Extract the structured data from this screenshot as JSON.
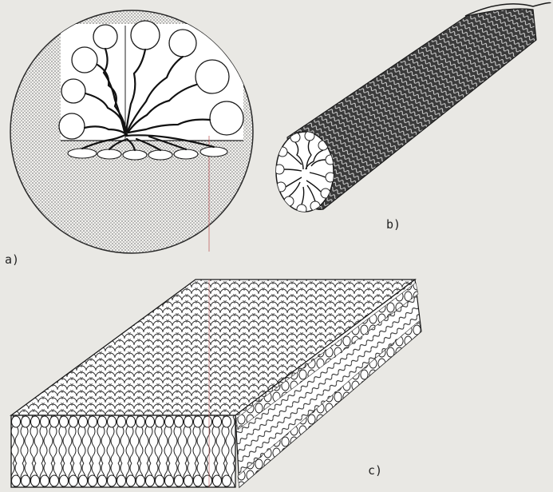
{
  "figure": {
    "panels": [
      {
        "id": "a",
        "label": "a)",
        "depicts": "spherical-micelle"
      },
      {
        "id": "b",
        "label": "b)",
        "depicts": "cylindrical-micelle"
      },
      {
        "id": "c",
        "label": "c)",
        "depicts": "lipid-bilayer-sheet"
      }
    ]
  },
  "colors": {
    "background": "#e9e8e4",
    "ink": "#1a1a1a",
    "head_fill": "#ffffff",
    "stipple": "#9a9a9a",
    "dense_hatch": "#2a2a2a"
  },
  "icons": {
    "micelle_sphere": "sphere-micelle-icon",
    "micelle_cylinder": "cylinder-micelle-icon",
    "bilayer": "bilayer-slab-icon"
  }
}
